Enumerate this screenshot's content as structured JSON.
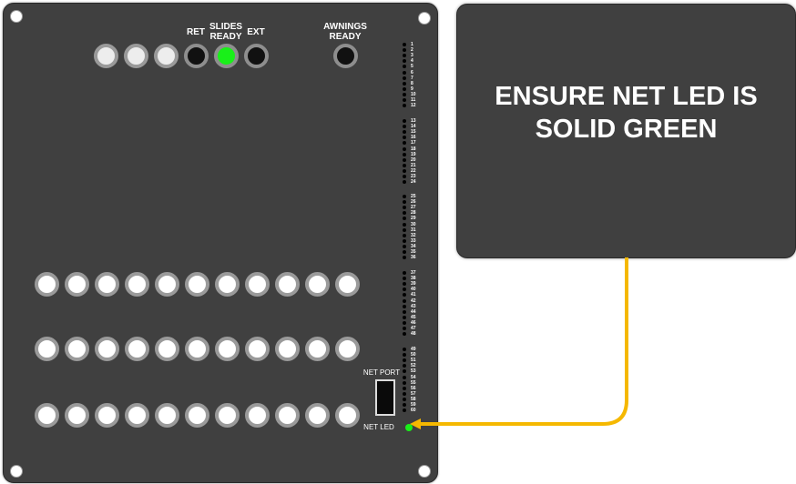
{
  "panel": {
    "labels": {
      "ret": "RET",
      "slides_ready": "SLIDES\nREADY",
      "ext": "EXT",
      "awnings_ready": "AWNINGS\nREADY",
      "net_port": "NET PORT",
      "net_led": "NET LED"
    },
    "top_buttons": [
      "white",
      "white",
      "white",
      "black",
      "green",
      "black"
    ],
    "awnings_button": "black",
    "button_rows": [
      [
        "white",
        "white",
        "white",
        "white",
        "white",
        "white",
        "white",
        "white",
        "white",
        "white",
        "white"
      ],
      [
        "white",
        "white",
        "white",
        "white",
        "white",
        "white",
        "white",
        "white",
        "white",
        "white",
        "white"
      ],
      [
        "white",
        "white",
        "white",
        "white",
        "white",
        "white",
        "white",
        "white",
        "white",
        "white",
        "white"
      ]
    ],
    "pin_groups": [
      [
        "1",
        "2",
        "3",
        "4",
        "5",
        "6",
        "7",
        "8",
        "9",
        "10",
        "11",
        "12"
      ],
      [
        "13",
        "14",
        "15",
        "16",
        "17",
        "18",
        "19",
        "20",
        "21",
        "22",
        "23",
        "24"
      ],
      [
        "25",
        "26",
        "27",
        "28",
        "29",
        "30",
        "31",
        "32",
        "33",
        "34",
        "35",
        "36"
      ],
      [
        "37",
        "38",
        "39",
        "40",
        "41",
        "42",
        "43",
        "44",
        "45",
        "46",
        "47",
        "48"
      ],
      [
        "49",
        "50",
        "51",
        "52",
        "53",
        "54",
        "55",
        "56",
        "57",
        "58",
        "59",
        "60"
      ]
    ],
    "net_led_state": "solid green"
  },
  "callout": {
    "text": "ENSURE NET LED IS SOLID GREEN"
  },
  "colors": {
    "panel": "#404040",
    "led_green": "#19f019",
    "arrow": "#f5b800"
  }
}
